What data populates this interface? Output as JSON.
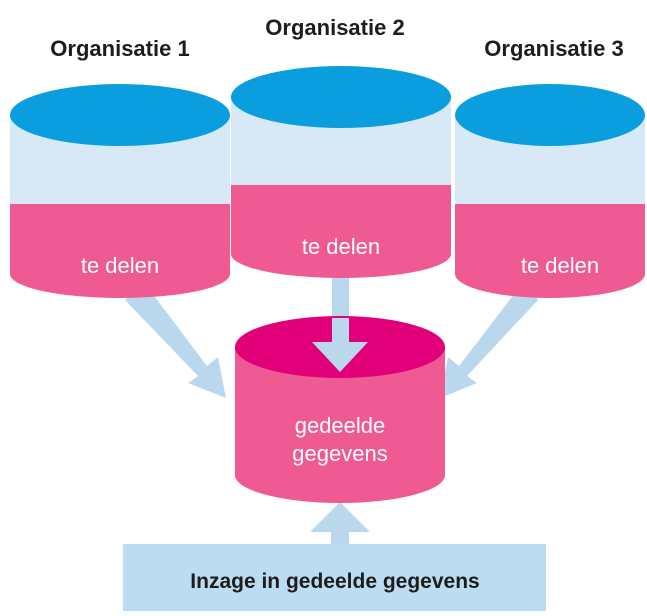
{
  "colors": {
    "top": "#0a9ede",
    "light": "#d7e9f7",
    "pink": "#ef5a92",
    "magenta": "#e2007a",
    "arrow": "#b9d8ee",
    "box": "#bcdcf2",
    "text": "#1d1d1b"
  },
  "organisations": [
    {
      "title": "Organisatie 1",
      "section_label": "te delen"
    },
    {
      "title": "Organisatie 2",
      "section_label": "te delen"
    },
    {
      "title": "Organisatie 3",
      "section_label": "te delen"
    }
  ],
  "shared": {
    "line1": "gedeelde",
    "line2": "gegevens"
  },
  "bottom_box": {
    "label": "Inzage in gedeelde gegevens"
  }
}
